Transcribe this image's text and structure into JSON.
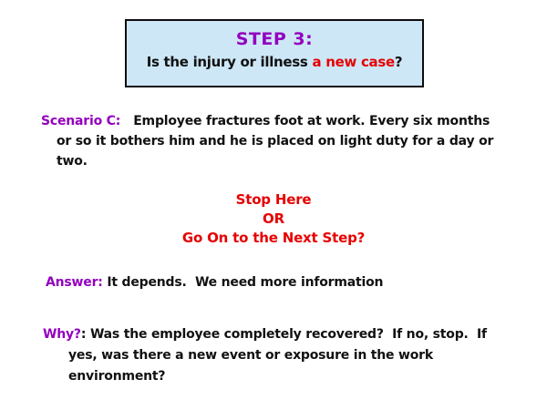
{
  "slide": {
    "header": {
      "title": "STEP 3:",
      "question_prefix": "Is the injury or illness ",
      "question_highlight": "a new case",
      "question_suffix": "?"
    },
    "scenario": {
      "label": "Scenario C:",
      "lines": [
        "   Employee fractures foot at work. Every six months",
        "or so it bothers him and he is placed on light duty for a day or",
        "two."
      ]
    },
    "decision": {
      "lines": [
        "Stop Here",
        "OR",
        "Go On to the Next Step?"
      ]
    },
    "answer": {
      "label": "Answer:",
      "text": " It depends.  We need more information"
    },
    "why": {
      "label": "Why?",
      "separator": ": ",
      "lines": [
        "Was the employee completely recovered?  If no, stop.  If",
        "yes, was there a new event or exposure in the work",
        "environment?"
      ]
    },
    "colors": {
      "purple": "#9300bf",
      "red": "#e60000",
      "box_background": "#cde7f7",
      "box_border": "#0d0d0d"
    }
  }
}
